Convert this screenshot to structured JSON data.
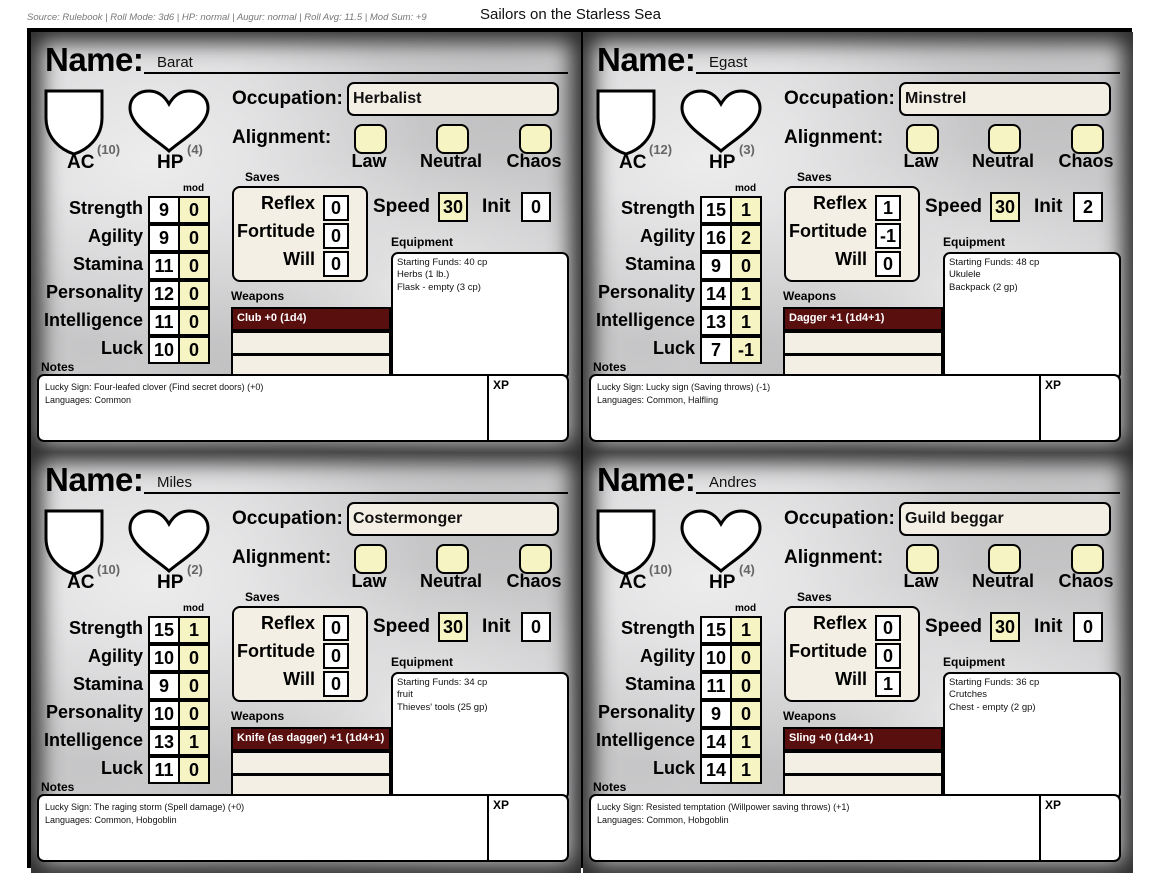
{
  "header": {
    "source": "Source: Rulebook | Roll Mode: 3d6 | HP: normal | Augur: normal | Roll Avg: 11.5 | Mod Sum: +9",
    "title": "Sailors on the Starless Sea"
  },
  "labels": {
    "name": "Name:",
    "ac": "AC",
    "hp": "HP",
    "occupation": "Occupation:",
    "alignment": "Alignment:",
    "law": "Law",
    "neutral": "Neutral",
    "chaos": "Chaos",
    "saves": "Saves",
    "reflex": "Reflex",
    "fortitude": "Fortitude",
    "will": "Will",
    "mod": "mod",
    "strength": "Strength",
    "agility": "Agility",
    "stamina": "Stamina",
    "personality": "Personality",
    "intelligence": "Intelligence",
    "luck": "Luck",
    "speed": "Speed",
    "init": "Init",
    "equipment": "Equipment",
    "weapons": "Weapons",
    "notes": "Notes",
    "xp": "XP"
  },
  "characters": [
    {
      "name": "Barat",
      "ac": "(10)",
      "hp": "(4)",
      "occupation": "Herbalist",
      "stats": [
        [
          "9",
          "0"
        ],
        [
          "9",
          "0"
        ],
        [
          "11",
          "0"
        ],
        [
          "12",
          "0"
        ],
        [
          "11",
          "0"
        ],
        [
          "10",
          "0"
        ]
      ],
      "saves": [
        "0",
        "0",
        "0"
      ],
      "speed": "30",
      "init": "0",
      "equipment": [
        "Starting Funds: 40 cp",
        "Herbs (1 lb.)",
        "Flask - empty (3 cp)"
      ],
      "weapon": "Club +0 (1d4)",
      "notes": [
        "Lucky Sign: Four-leafed clover (Find secret doors) (+0)",
        "Languages: Common"
      ]
    },
    {
      "name": "Egast",
      "ac": "(12)",
      "hp": "(3)",
      "occupation": "Minstrel",
      "stats": [
        [
          "15",
          "1"
        ],
        [
          "16",
          "2"
        ],
        [
          "9",
          "0"
        ],
        [
          "14",
          "1"
        ],
        [
          "13",
          "1"
        ],
        [
          "7",
          "-1"
        ]
      ],
      "saves": [
        "1",
        "-1",
        "0"
      ],
      "speed": "30",
      "init": "2",
      "equipment": [
        "Starting Funds: 48 cp",
        "Ukulele",
        "Backpack (2 gp)"
      ],
      "weapon": "Dagger +1 (1d4+1)",
      "notes": [
        "Lucky Sign: Lucky sign (Saving throws) (-1)",
        "Languages: Common, Halfling"
      ]
    },
    {
      "name": "Miles",
      "ac": "(10)",
      "hp": "(2)",
      "occupation": "Costermonger",
      "stats": [
        [
          "15",
          "1"
        ],
        [
          "10",
          "0"
        ],
        [
          "9",
          "0"
        ],
        [
          "10",
          "0"
        ],
        [
          "13",
          "1"
        ],
        [
          "11",
          "0"
        ]
      ],
      "saves": [
        "0",
        "0",
        "0"
      ],
      "speed": "30",
      "init": "0",
      "equipment": [
        "Starting Funds: 34 cp",
        "fruit",
        "Thieves' tools (25 gp)"
      ],
      "weapon": "Knife (as dagger) +1 (1d4+1)",
      "notes": [
        "Lucky Sign: The raging storm (Spell damage) (+0)",
        "Languages: Common, Hobgoblin"
      ]
    },
    {
      "name": "Andres",
      "ac": "(10)",
      "hp": "(4)",
      "occupation": "Guild beggar",
      "stats": [
        [
          "15",
          "1"
        ],
        [
          "10",
          "0"
        ],
        [
          "11",
          "0"
        ],
        [
          "9",
          "0"
        ],
        [
          "14",
          "1"
        ],
        [
          "14",
          "1"
        ]
      ],
      "saves": [
        "0",
        "0",
        "1"
      ],
      "speed": "30",
      "init": "0",
      "equipment": [
        "Starting Funds: 36 cp",
        "Crutches",
        "Chest - empty (2 gp)"
      ],
      "weapon": "Sling +0 (1d4+1)",
      "notes": [
        "Lucky Sign: Resisted temptation (Willpower saving throws) (+1)",
        "Languages: Common, Hobgoblin"
      ]
    }
  ]
}
